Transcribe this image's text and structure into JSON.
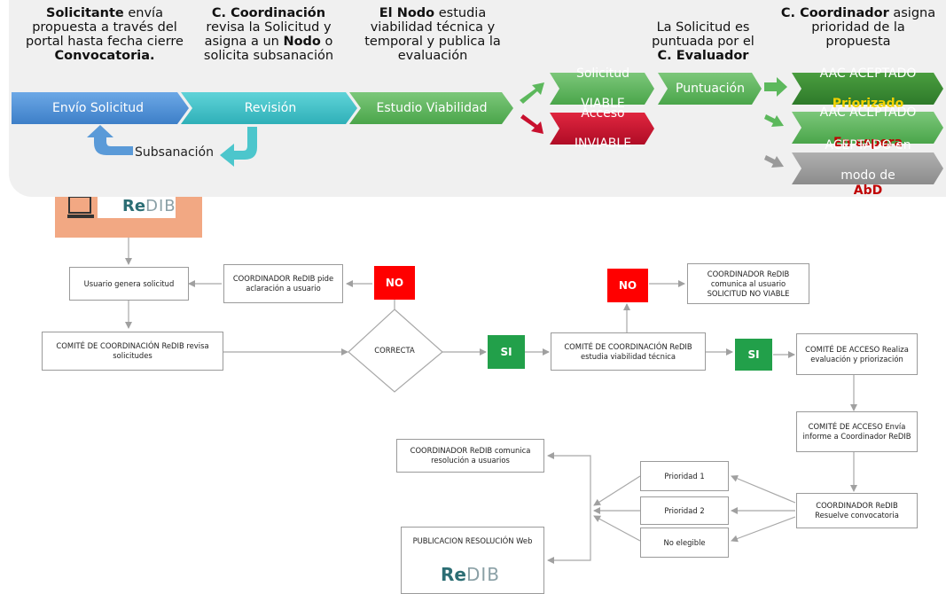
{
  "header": {
    "col1": {
      "b1": "Solicitante",
      "t1": " envía",
      "t2": "propuesta a través del",
      "t3": "portal hasta fecha cierre",
      "b2": "Convocatoria."
    },
    "col2": {
      "b1": "C. Coordinación",
      "t1": "revisa la Solicitud y",
      "t2": "asigna a un ",
      "b2": "Nodo",
      "t3": " o",
      "t4": "solicita subsanación"
    },
    "col3": {
      "b1": "El Nodo",
      "t1": " estudia",
      "t2": "viabilidad técnica y",
      "t3": "temporal y publica la",
      "t4": "evaluación"
    },
    "col4": {
      "t1": "La Solicitud es",
      "t2": "puntuada por el",
      "b1": "C. Evaluador"
    },
    "col5": {
      "b1": "C. Coordinador",
      "t1": " asigna",
      "t2": "prioridad de la",
      "t3": "propuesta"
    }
  },
  "stages": {
    "envio": "Envío Solicitud",
    "revision": "Revisión",
    "estudio": "Estudio Viabilidad",
    "viable_l1": "Solicitud",
    "viable_l2": "VIABLE",
    "inviable_l1": "Acceso",
    "inviable_l2": "INVIABLE",
    "puntuacion": "Puntuación",
    "subsanacion": "Subsanación",
    "aac1_l1": "AAC ACEPTADO",
    "aac1_l2": "Priorizado",
    "aac2_l1": "AAC ACEPTADO",
    "aac2_l2": "En espera",
    "acept_l1": "ACEPTADO en",
    "acept_l2a": "modo de ",
    "acept_l2b": "AbD"
  },
  "flow": {
    "logo_re": "Re",
    "logo_dib": "DIB",
    "usuario": "Usuario genera solicitud",
    "coord_pide": "COORDINADOR ReDIB pide aclaración a usuario",
    "no": "NO",
    "si": "SI",
    "comite_revisa": "COMITÉ DE COORDINACIÓN ReDIB revisa solicitudes",
    "correcta": "CORRECTA",
    "comite_estudia": "COMITÉ DE COORDINACIÓN ReDIB estudia viabilidad técnica",
    "coord_comunica_no": "COORDINADOR ReDIB comunica al usuario SOLICITUD NO VIABLE",
    "comite_acceso_eval": "COMITÉ DE ACCESO Realiza evaluación y priorización",
    "comite_acceso_informe": "COMITÉ DE ACCESO Envía informe a Coordinador ReDIB",
    "coord_resuelve": "COORDINADOR ReDIB Resuelve convocatoria",
    "prioridad1": "Prioridad 1",
    "prioridad2": "Prioridad 2",
    "no_elegible": "No elegible",
    "coord_comunica_res": "COORDINADOR ReDIB comunica resolución a usuarios",
    "publicacion": "PUBLICACION RESOLUCIÓN Web"
  },
  "colors": {
    "blue": "#4a8fd6",
    "teal": "#3ec1c9",
    "green": "#5cb85c",
    "dark_green": "#2f7d32",
    "crimson": "#c8102e",
    "grey": "#9a9a9a",
    "decision_red": "#ff0000",
    "decision_green": "#22a04a"
  }
}
